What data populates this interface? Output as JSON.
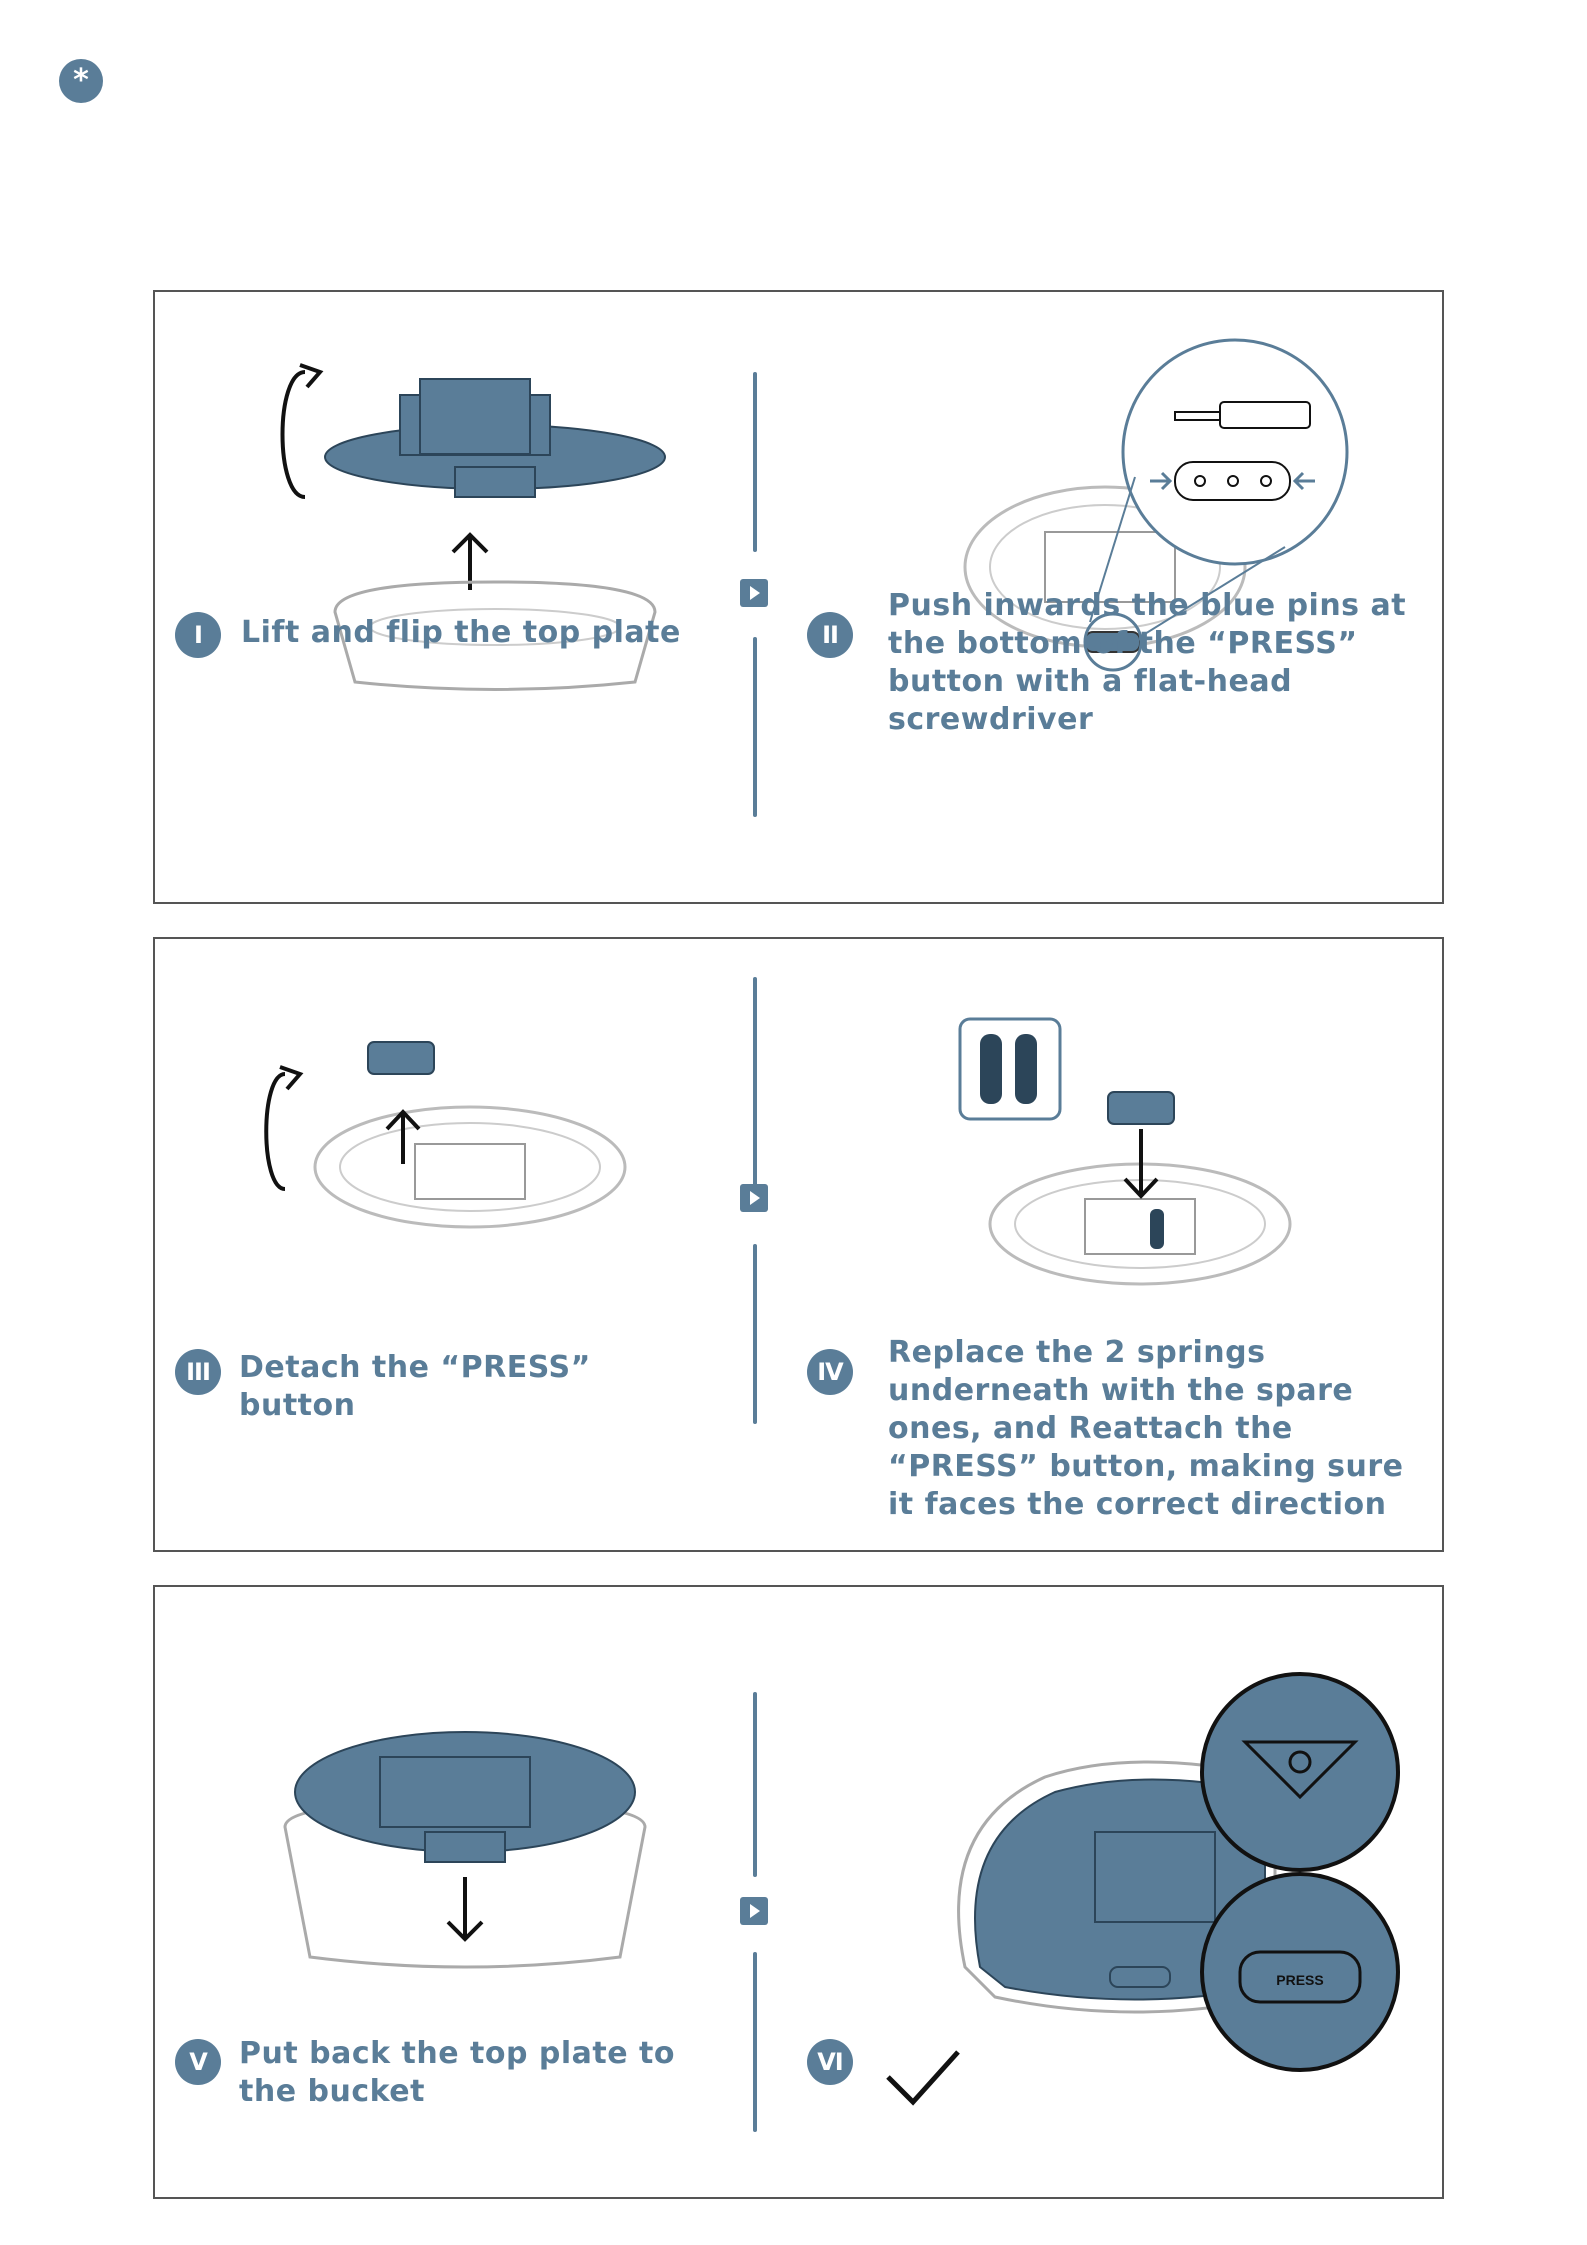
{
  "badge": "*",
  "steps": [
    {
      "num": "I",
      "text": "Lift and flip the top plate"
    },
    {
      "num": "II",
      "text": "Push inwards the blue pins at the bottom of the “PRESS” button with a flat-head screwdriver"
    },
    {
      "num": "III",
      "text": "Detach the “PRESS” button"
    },
    {
      "num": "IV",
      "text": "Replace the 2 springs underneath with the spare ones, and Reattach the “PRESS” button, making sure it faces the correct direction"
    },
    {
      "num": "V",
      "text": "Put back the top plate to the bucket"
    },
    {
      "num": "VI",
      "text": ""
    }
  ],
  "labels": {
    "press": "PRESS"
  },
  "colors": {
    "accent": "#5a7d98",
    "line": "#444444",
    "light_line": "#bbbbbb"
  }
}
